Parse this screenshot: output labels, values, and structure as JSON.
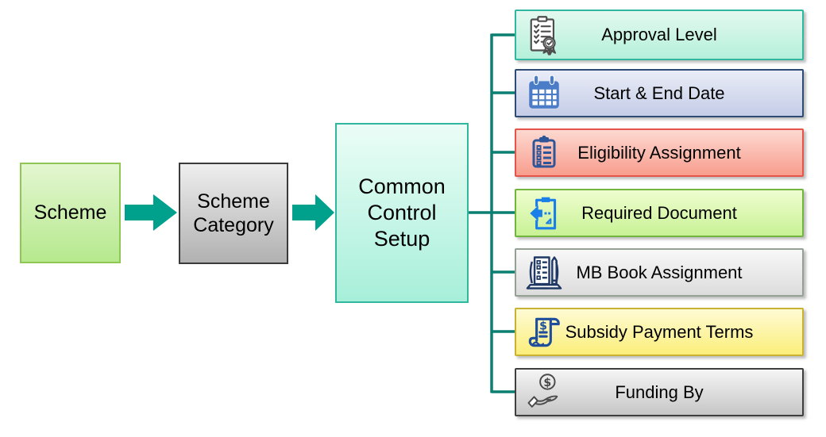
{
  "diagram": {
    "nodes": {
      "scheme": {
        "label": "Scheme",
        "fill_top": "#e3f6d0",
        "fill_bottom": "#b6e98e",
        "border_color": "#90c653"
      },
      "scheme_category": {
        "label": "Scheme Category",
        "fill_top": "#eeeeee",
        "fill_bottom": "#b1b1b1",
        "border_color": "#3a3a3a"
      },
      "common_control_setup": {
        "label": "Common Control Setup",
        "fill_top": "#ebfdf6",
        "fill_bottom": "#a7efda",
        "border_color": "#2fb7a0"
      }
    },
    "connectors": {
      "arrow_color": "#00a18c",
      "line_color": "#0b7f72"
    },
    "items": [
      {
        "label": "Approval Level",
        "icon": "certificate-checklist-icon",
        "fill_top": "#e4f9f0",
        "fill_bottom": "#b4f0db",
        "border_color": "#2fb7a0",
        "icon_color": "#4d4d4d"
      },
      {
        "label": "Start & End Date",
        "icon": "calendar-icon",
        "fill_top": "#eaedf7",
        "fill_bottom": "#c4cce7",
        "border_color": "#2d4b73",
        "icon_color": "#4a7cc7"
      },
      {
        "label": "Eligibility Assignment",
        "icon": "clipboard-checklist-icon",
        "fill_top": "#fdd9d1",
        "fill_bottom": "#f89d8d",
        "border_color": "#e4544a",
        "icon_color": "#2e5597"
      },
      {
        "label": "Required Document",
        "icon": "document-return-arrow-icon",
        "fill_top": "#effdd0",
        "fill_bottom": "#c8f295",
        "border_color": "#71b53e",
        "icon_color": "#1b7fe8"
      },
      {
        "label": "MB Book Assignment",
        "icon": "ledger-book-pencil-icon",
        "fill_top": "#f8f8f8",
        "fill_bottom": "#dcdcdc",
        "border_color": "#93a093",
        "icon_color": "#1f3864"
      },
      {
        "label": "Subsidy Payment Terms",
        "icon": "dollar-scroll-icon",
        "fill_top": "#fefbd4",
        "fill_bottom": "#fbee7a",
        "border_color": "#c9b232",
        "icon_color": "#1f4e9c"
      },
      {
        "label": "Funding By",
        "icon": "hand-coin-icon",
        "fill_top": "#f5f5f5",
        "fill_bottom": "#c6c6c6",
        "border_color": "#3f3f3f",
        "icon_color": "#4a4a4a"
      }
    ]
  }
}
